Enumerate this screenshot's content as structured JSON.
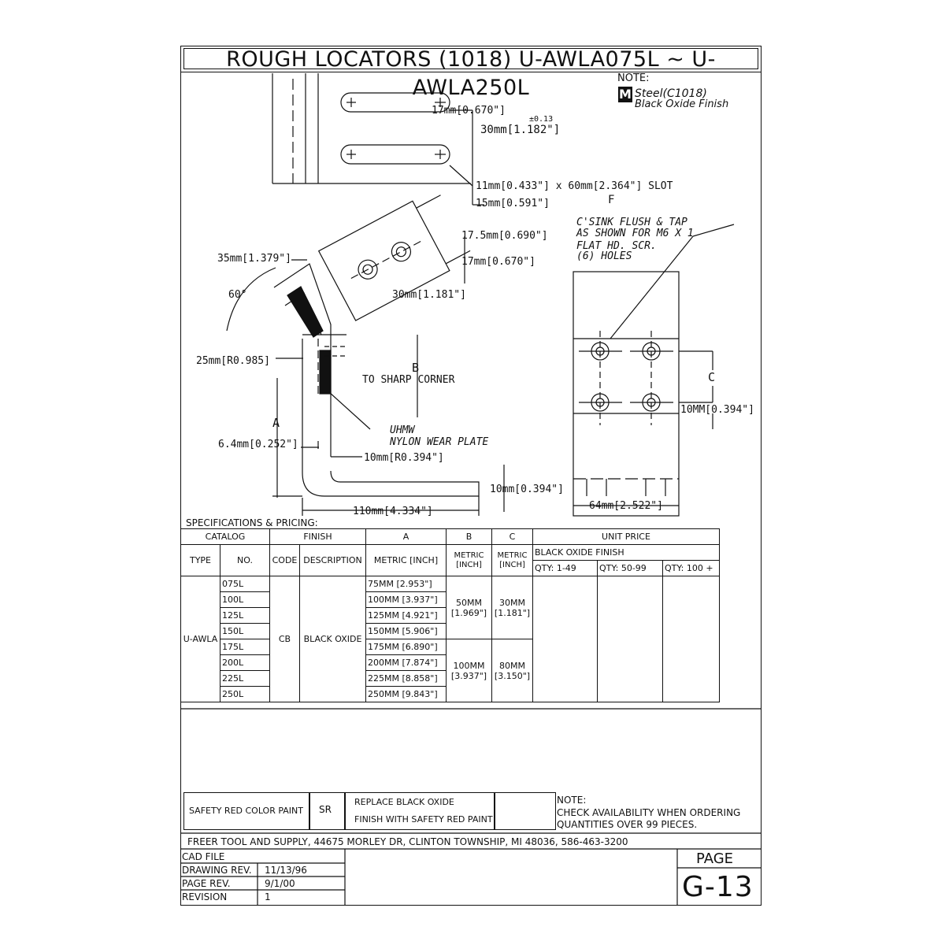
{
  "title": "ROUGH LOCATORS (1018) U-AWLA075L ~ U-AWLA250L",
  "note_top": {
    "label": "NOTE:",
    "material_code": "M",
    "material": "Steel(C1018)",
    "finish": "Black Oxide Finish"
  },
  "dims": {
    "d17": "17mm[0.670\"]",
    "tol": "±0.13",
    "d30": "30mm[1.182\"]",
    "slot": "11mm[0.433\"] x 60mm[2.364\"] SLOT",
    "d15": "15mm[0.591\"]",
    "f": "F",
    "csink1": "C'SINK FLUSH & TAP",
    "csink2": "AS SHOWN FOR M6 X 1",
    "csink3": "FLAT HD. SCR.",
    "csink4": "(6) HOLES",
    "d17_5": "17.5mm[0.690\"]",
    "d17b": "17mm[0.670\"]",
    "d30b": "30mm[1.181\"]",
    "d35": "35mm[1.379\"]",
    "angle": "60°",
    "r25": "25mm[R0.985]",
    "b": "B",
    "sharp": "TO SHARP CORNER",
    "a": "A",
    "uhmw": "UHMW",
    "nylon": "NYLON WEAR PLATE",
    "d6_4": "6.4mm[0.252\"]",
    "r10": "10mm[R0.394\"]",
    "d10": "10mm[0.394\"]",
    "d110": "110mm[4.334\"]",
    "c": "C",
    "d10mm": "10MM[0.394\"]",
    "d64": "64mm[2.522\"]"
  },
  "spec": {
    "label": "SPECIFICATIONS & PRICING:",
    "h_catalog": "CATALOG",
    "h_finish": "FINISH",
    "h_a": "A",
    "h_b": "B",
    "h_c": "C",
    "h_unit": "UNIT PRICE",
    "h_type": "TYPE",
    "h_no": "NO.",
    "h_code": "CODE",
    "h_desc": "DESCRIPTION",
    "h_metric_a": "METRIC [INCH]",
    "h_metric_b": "METRIC [INCH]",
    "h_metric_c": "METRIC [INCH]",
    "h_bof": "BLACK OXIDE FINISH",
    "q1": "QTY: 1-49",
    "q2": "QTY: 50-99",
    "q3": "QTY: 100 +",
    "type": "U-AWLA",
    "code": "CB",
    "desc": "BLACK OXIDE",
    "b1": "50MM",
    "b1i": "[1.969\"]",
    "c1": "30MM",
    "c1i": "[1.181\"]",
    "b2": "100MM",
    "b2i": "[3.937\"]",
    "c2": "80MM",
    "c2i": "[3.150\"]",
    "rows": [
      {
        "no": "075L",
        "a": "75MM [2.953\"]"
      },
      {
        "no": "100L",
        "a": "100MM [3.937\"]"
      },
      {
        "no": "125L",
        "a": "125MM [4.921\"]"
      },
      {
        "no": "150L",
        "a": "150MM [5.906\"]"
      },
      {
        "no": "175L",
        "a": "175MM [6.890\"]"
      },
      {
        "no": "200L",
        "a": "200MM [7.874\"]"
      },
      {
        "no": "225L",
        "a": "225MM [8.858\"]"
      },
      {
        "no": "250L",
        "a": "250MM [9.843\"]"
      }
    ]
  },
  "safety": {
    "label": "SAFETY RED COLOR PAINT",
    "code": "SR",
    "desc1": "REPLACE BLACK OXIDE",
    "desc2": "FINISH WITH SAFETY RED PAINT",
    "note1": "NOTE:",
    "note2": "CHECK AVAILABILITY WHEN ORDERING",
    "note3": "QUANTITIES OVER 99 PIECES."
  },
  "address": "FREER TOOL AND SUPPLY, 44675 MORLEY DR, CLINTON TOWNSHIP, MI 48036, 586-463-3200",
  "title_block": {
    "cad": "CAD FILE",
    "drev_l": "DRAWING REV.",
    "drev_v": "11/13/96",
    "prev_l": "PAGE REV.",
    "prev_v": "9/1/00",
    "rev_l": "REVISION",
    "rev_v": "1",
    "page_l": "PAGE",
    "page_v": "G-13"
  }
}
